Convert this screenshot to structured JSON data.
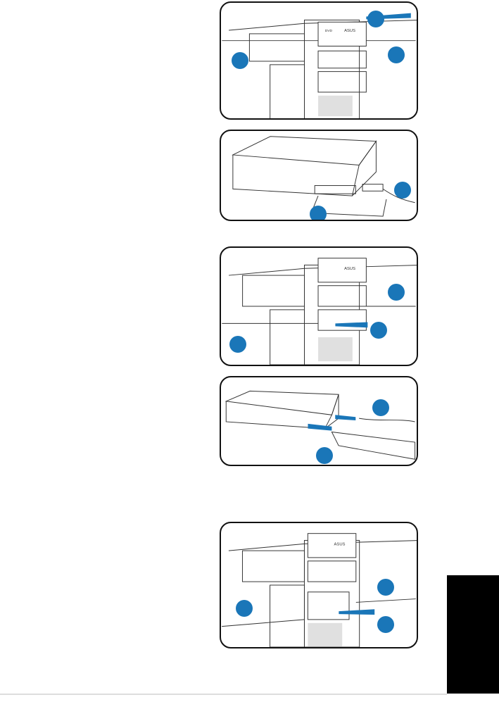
{
  "brand_label": "ASUS",
  "drive_label": "DVD",
  "colors": {
    "accent": "#1a76b8",
    "tab": "#000000"
  },
  "figures": [
    {
      "id": "install-optical-drive",
      "callouts": 3
    },
    {
      "id": "connect-optical-drive-cables",
      "callouts": 2
    },
    {
      "id": "install-floppy-drive",
      "callouts": 3
    },
    {
      "id": "connect-floppy-drive-cables",
      "callouts": 2
    },
    {
      "id": "install-hard-drive",
      "callouts": 3
    }
  ]
}
